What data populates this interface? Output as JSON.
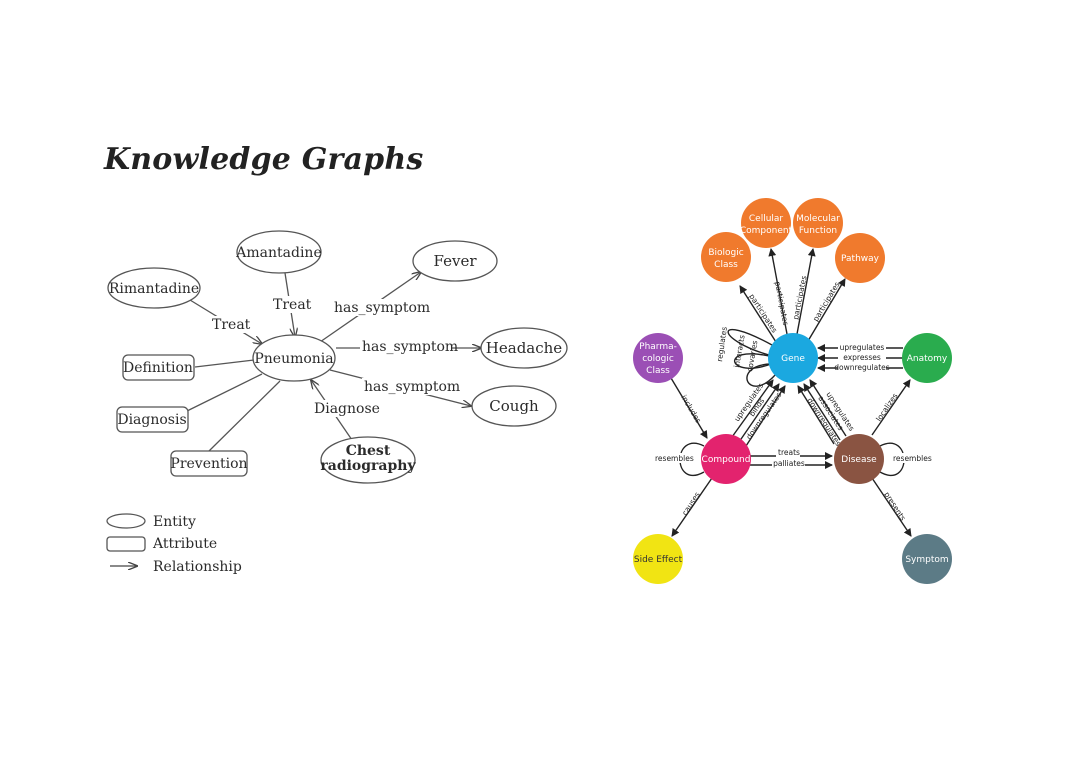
{
  "title": "Knowledge Graphs",
  "left_graph": {
    "nodes": {
      "amantadine": "Amantadine",
      "rimantadine": "Rimantadine",
      "pneumonia": "Pneumonia",
      "fever": "Fever",
      "headache": "Headache",
      "cough": "Cough",
      "definition": "Definition",
      "diagnosis": "Diagnosis",
      "prevention": "Prevention",
      "chest_line1": "Chest",
      "chest_line2": "radiography"
    },
    "edge_labels": {
      "treat_amantadine": "Treat",
      "treat_rimantadine": "Treat",
      "symptom_fever": "has_symptom",
      "symptom_headache": "has_symptom",
      "symptom_cough": "has_symptom",
      "diagnose": "Diagnose"
    },
    "legend": {
      "entity": "Entity",
      "attribute": "Attribute",
      "relationship": "Relationship"
    }
  },
  "right_graph": {
    "colors": {
      "orange": "#f07a2d",
      "blue": "#1ba8e0",
      "purple": "#9b4fb5",
      "pink": "#e3236e",
      "brown": "#8a5442",
      "green": "#2aac4e",
      "yellow": "#f1e413",
      "slate": "#5c7b86"
    },
    "nodes": {
      "biologic_class_1": "Biologic",
      "biologic_class_2": "Class",
      "cellular_component_1": "Cellular",
      "cellular_component_2": "Component",
      "molecular_function_1": "Molecular",
      "molecular_function_2": "Function",
      "pathway": "Pathway",
      "gene": "Gene",
      "pharmacologic_1": "Pharma-",
      "pharmacologic_2": "cologic",
      "pharmacologic_3": "Class",
      "anatomy": "Anatomy",
      "compound": "Compound",
      "disease": "Disease",
      "side_effect": "Side Effect",
      "symptom": "Symptom"
    },
    "edge_labels": {
      "participates_1": "participates",
      "participates_2": "participates",
      "participates_3": "participates",
      "participates_4": "participates",
      "regulates": "regulates",
      "interacts": "interacts",
      "covaries": "covaries",
      "upregulates": "upregulates",
      "expresses": "expresses",
      "downregulates": "downregulates",
      "includes": "includes",
      "c_upregulates": "upregulates",
      "c_binds": "binds",
      "c_downregulates": "downregulates",
      "d_upregulates": "upregulates",
      "d_associates": "associates",
      "d_downregulates": "downregulates",
      "localizes": "localizes",
      "resembles_c": "resembles",
      "resembles_d": "resembles",
      "treats": "treats",
      "palliates": "palliates",
      "causes": "causes",
      "presents": "presents"
    }
  }
}
